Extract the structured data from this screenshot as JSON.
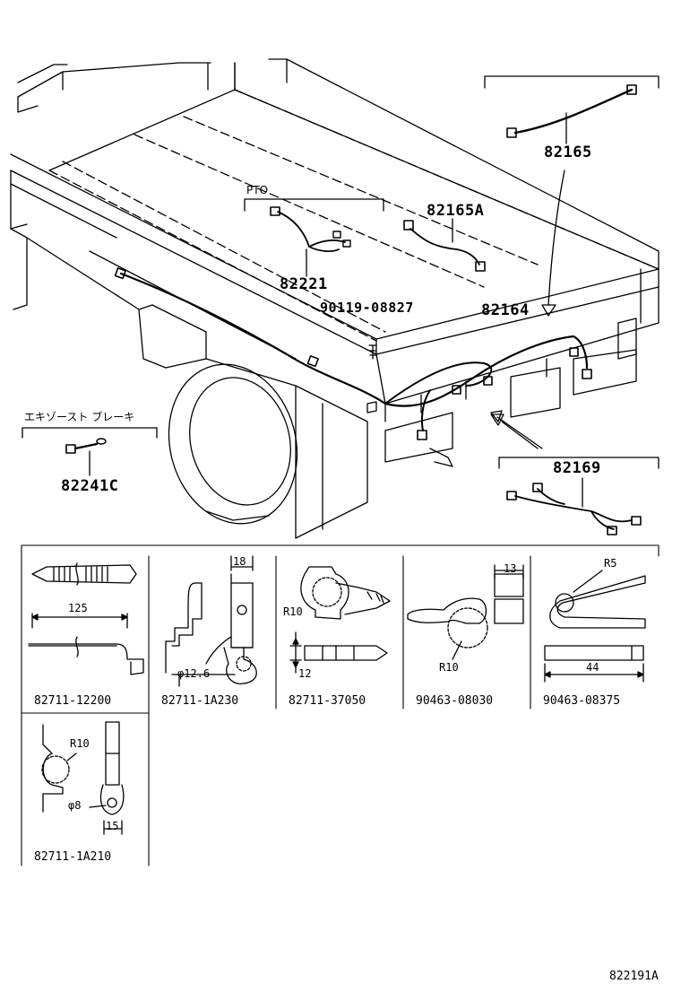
{
  "parts": {
    "p82165": "82165",
    "p82165A": "82165A",
    "p82221": "82221",
    "p90119": "90119-08827",
    "p82164": "82164",
    "p82169": "82169",
    "p82241C": "82241C"
  },
  "captions": {
    "pto": "PTO",
    "exhaust_brake": "エキゾースト ブレーキ"
  },
  "clips": [
    {
      "part": "82711-12200",
      "dims": [
        "125"
      ]
    },
    {
      "part": "82711-1A230",
      "dims": [
        "18",
        "φ12.6"
      ]
    },
    {
      "part": "82711-37050",
      "dims": [
        "R10",
        "12"
      ]
    },
    {
      "part": "90463-08030",
      "dims": [
        "13",
        "R10"
      ]
    },
    {
      "part": "90463-08375",
      "dims": [
        "R5",
        "44"
      ]
    },
    {
      "part": "82711-1A210",
      "dims": [
        "R10",
        "φ8",
        "15"
      ]
    }
  ],
  "diagram_ref": "822191A"
}
